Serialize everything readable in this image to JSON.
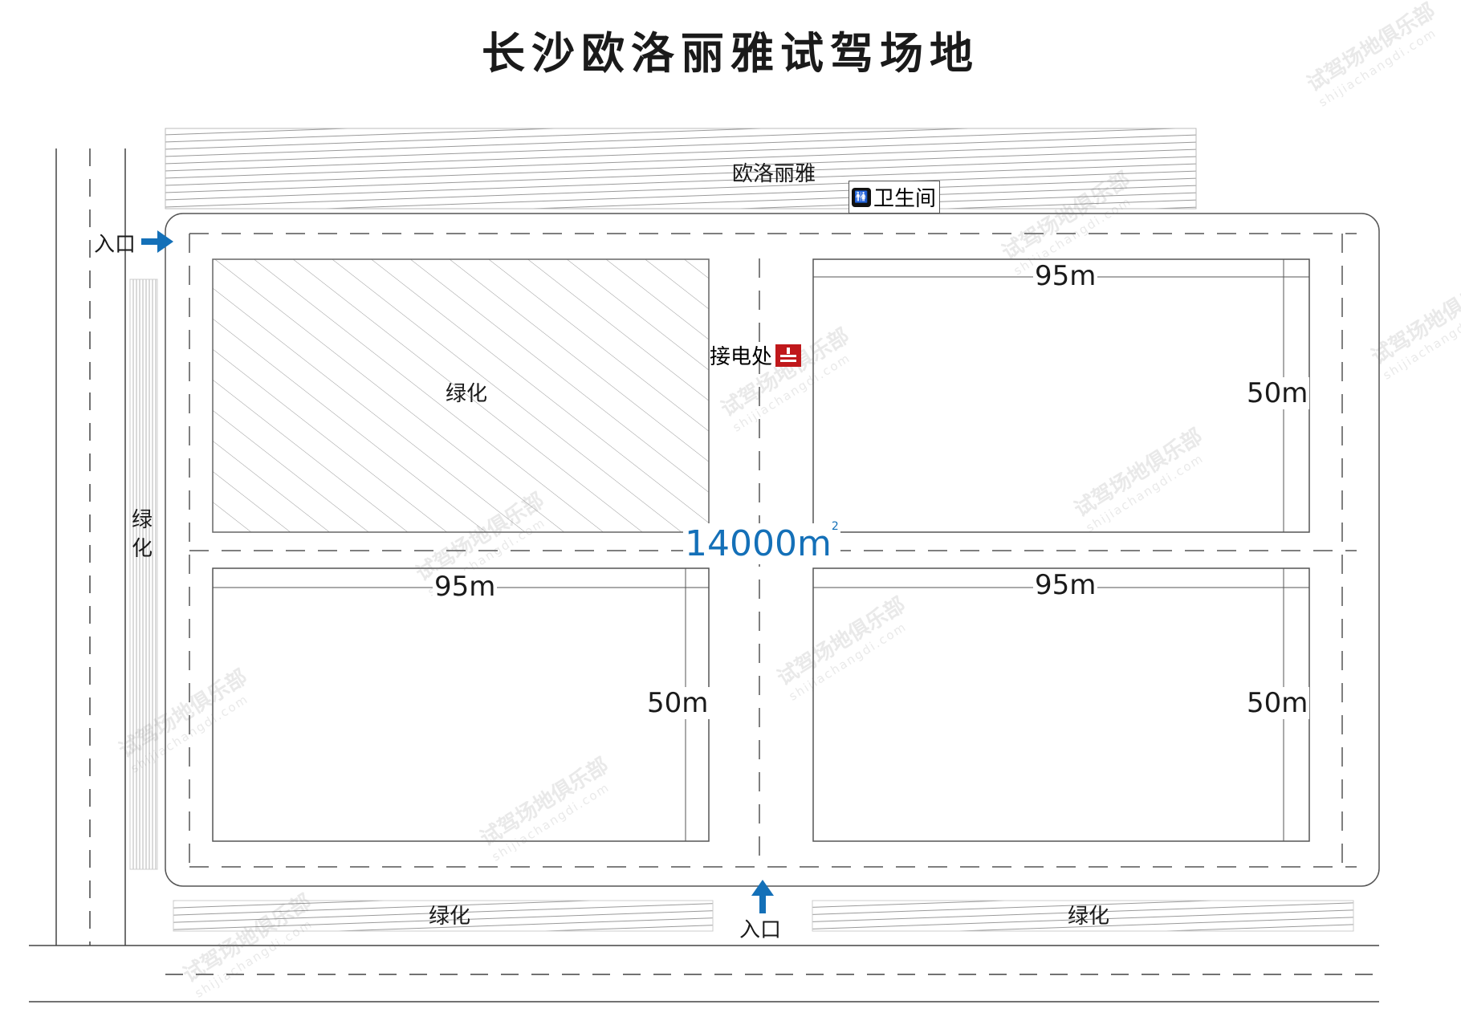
{
  "title": "长沙欧洛丽雅试驾场地",
  "zones": {
    "top_building": "欧洛丽雅",
    "restroom": "卫生间",
    "restroom_icon": "restroom-icon",
    "power_point": "接电处",
    "power_icon": "power-outlet-icon",
    "greenery_block": "绿化",
    "greenery_left": "绿化",
    "greenery_bottom_left": "绿化",
    "greenery_bottom_right": "绿化"
  },
  "entrances": {
    "left": "入口",
    "bottom": "入口",
    "arrow_color": "#1470b8"
  },
  "area": {
    "value": "14000m",
    "unit_sup": "2",
    "color": "#1470b8"
  },
  "fields": {
    "top_right": {
      "width": "95m",
      "height": "50m"
    },
    "bottom_left": {
      "width": "95m",
      "height": "50m"
    },
    "bottom_right": {
      "width": "95m",
      "height": "50m"
    }
  },
  "watermark": {
    "text": "试驾场地俱乐部",
    "url": "shijiachangdi.com"
  }
}
